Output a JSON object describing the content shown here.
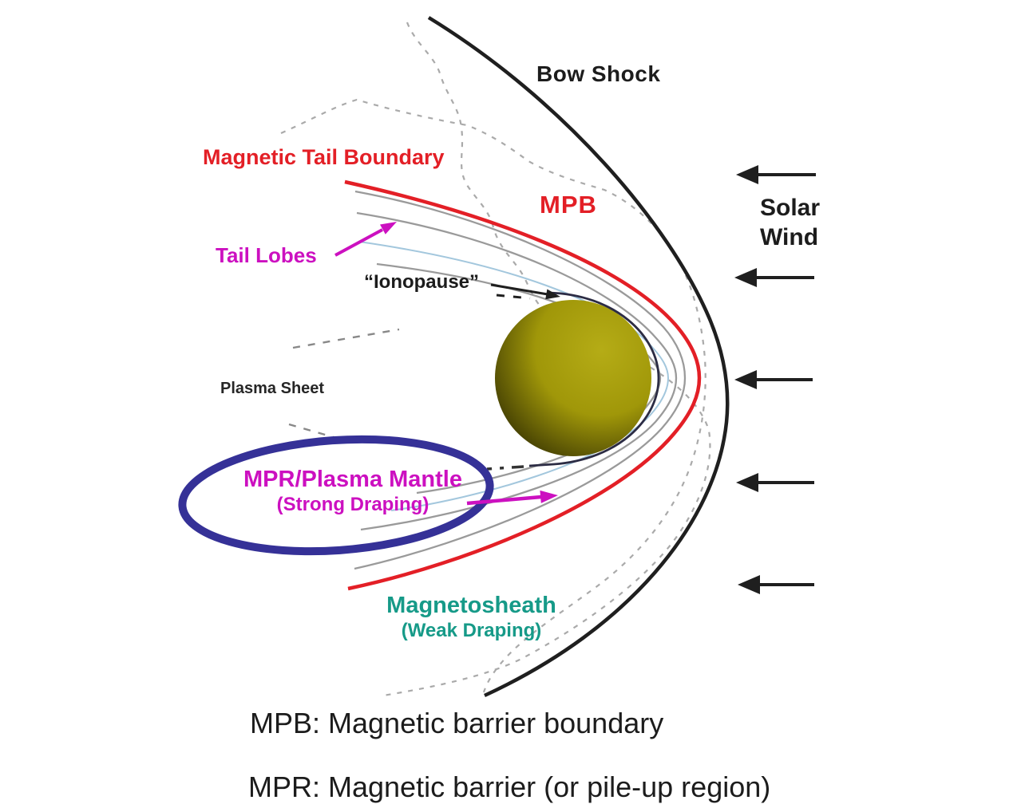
{
  "diagram": {
    "labels": {
      "bow_shock": "Bow Shock",
      "magnetic_tail_boundary": "Magnetic Tail Boundary",
      "mpb": "MPB",
      "tail_lobes": "Tail Lobes",
      "ionopause": "“Ionopause”",
      "plasma_sheet": "Plasma Sheet",
      "mpr_plasma_mantle": "MPR/Plasma Mantle",
      "strong_draping": "(Strong Draping)",
      "magnetosheath": "Magnetosheath",
      "weak_draping": "(Weak Draping)",
      "solar_wind_line1": "Solar",
      "solar_wind_line2": "Wind"
    },
    "legend": {
      "mpb_definition": "MPB: Magnetic barrier boundary",
      "mpr_definition": "MPR: Magnetic barrier (or pile-up region)"
    },
    "colors": {
      "line_black": "#1f1f1f",
      "boundary_red": "#e31f26",
      "label_magenta": "#cc10c0",
      "label_teal": "#169a88",
      "ellipse_navy": "#353197",
      "field_line_gray": "#9a9a9a",
      "field_line_cyan": "#a3c7dd",
      "dashed_gray": "#aaaaaa",
      "ionopause_dark": "#2c2c44",
      "planet_bright": "#b5ac16",
      "planet_dark": "#020200"
    },
    "solar_wind_arrow_count": 5
  }
}
